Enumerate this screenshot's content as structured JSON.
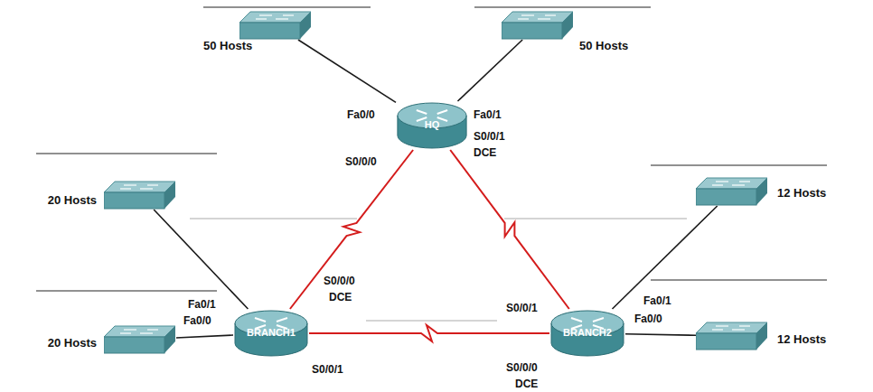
{
  "diagram": {
    "nodes": [
      {
        "text": [
          "50 Hosts"
        ]
      },
      {
        "text": [
          "50 Hosts"
        ]
      },
      {
        "text": [
          "HQ"
        ]
      },
      {
        "text": [
          "20 Hosts"
        ]
      },
      {
        "text": [
          "12 Hosts"
        ]
      },
      {
        "text": [
          "BRANCH1"
        ]
      },
      {
        "text": [
          "20 Hosts"
        ]
      },
      {
        "text": [
          "BRANCH2"
        ]
      },
      {
        "text": [
          "12 Hosts"
        ]
      }
    ],
    "edges": [
      {
        "from": 2,
        "to": 0,
        "arrow": "none"
      },
      {
        "from": 2,
        "to": 1,
        "arrow": "none"
      },
      {
        "from": 2,
        "to": 5,
        "arrow": "none"
      },
      {
        "from": 2,
        "to": 7,
        "arrow": "none"
      },
      {
        "from": 5,
        "to": 3,
        "arrow": "none"
      },
      {
        "from": 5,
        "to": 6,
        "arrow": "none"
      },
      {
        "from": 5,
        "to": 7,
        "arrow": "none"
      },
      {
        "from": 7,
        "to": 4,
        "arrow": "none"
      },
      {
        "from": 7,
        "to": 8,
        "arrow": "none"
      }
    ],
    "labels": [
      "Fa0/0",
      "Fa0/1",
      "S0/0/0",
      "S0/0/1",
      "DCE",
      "Fa0/1",
      "S0/0/0",
      "DCE",
      "Fa0/0",
      "S0/0/1",
      "S0/0/1",
      "Fa0/1",
      "Fa0/0",
      "S0/0/0",
      "DCE"
    ]
  }
}
